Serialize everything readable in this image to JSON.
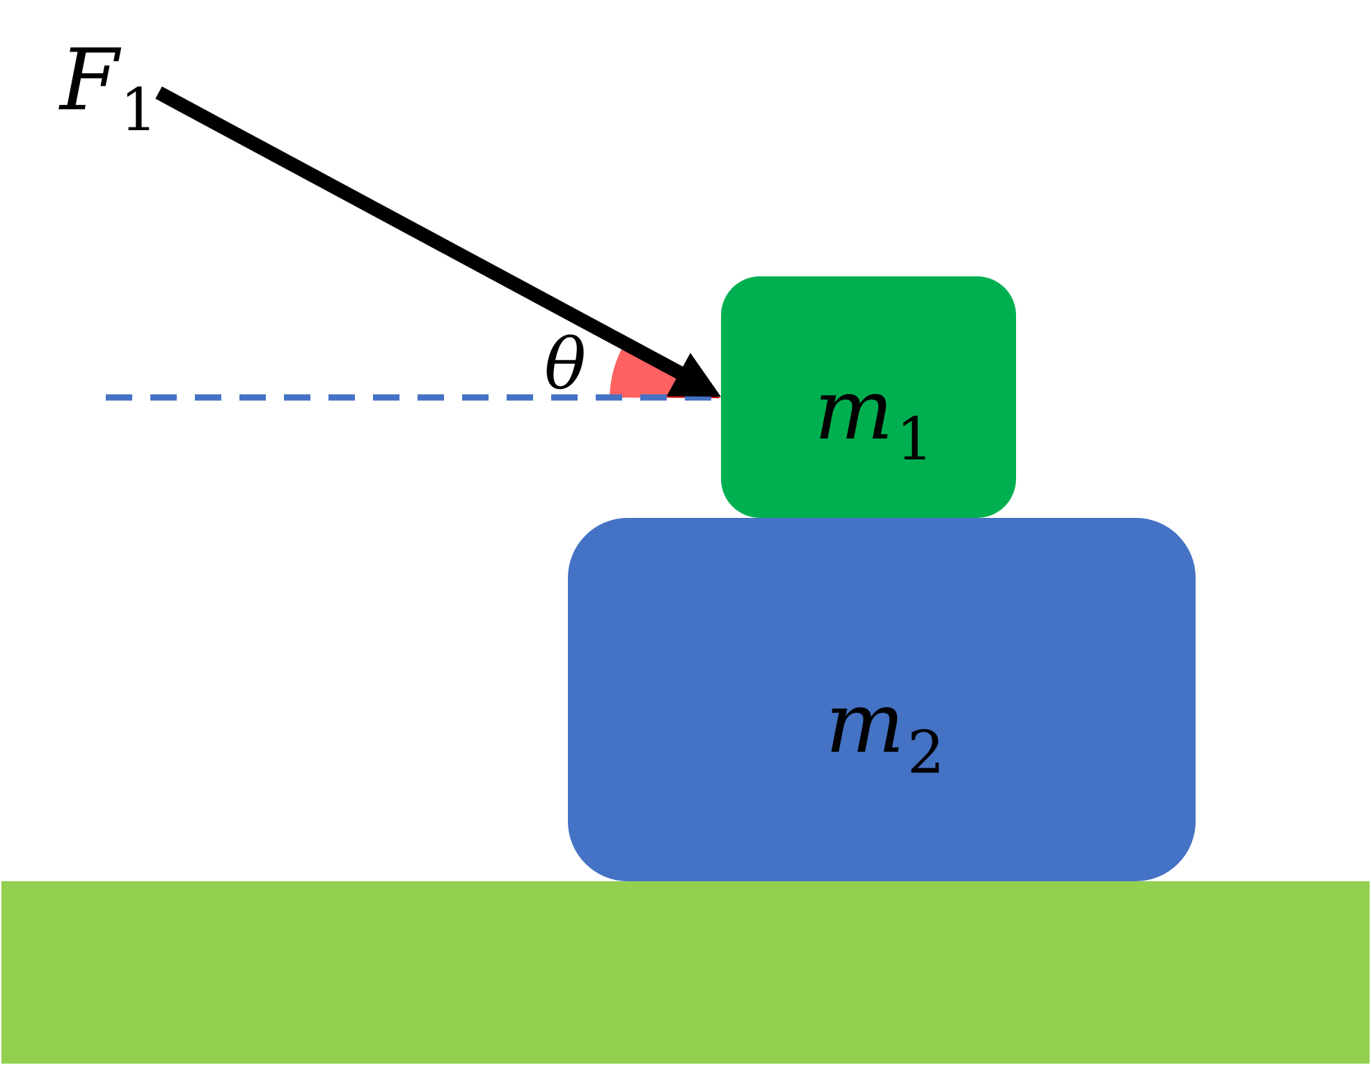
{
  "force": {
    "symbol": "F",
    "subscript": "1"
  },
  "angle": {
    "symbol": "θ"
  },
  "block_top": {
    "symbol": "m",
    "subscript": "1"
  },
  "block_bottom": {
    "symbol": "m",
    "subscript": "2"
  },
  "colors": {
    "block_top": "#00B050",
    "block_bottom": "#4472C4",
    "ground": "#92D050",
    "guide_line": "#4472C4",
    "angle_wedge": "#FF6161",
    "angle_wedge_overlap": "#C00000",
    "arrow": "#000000"
  }
}
